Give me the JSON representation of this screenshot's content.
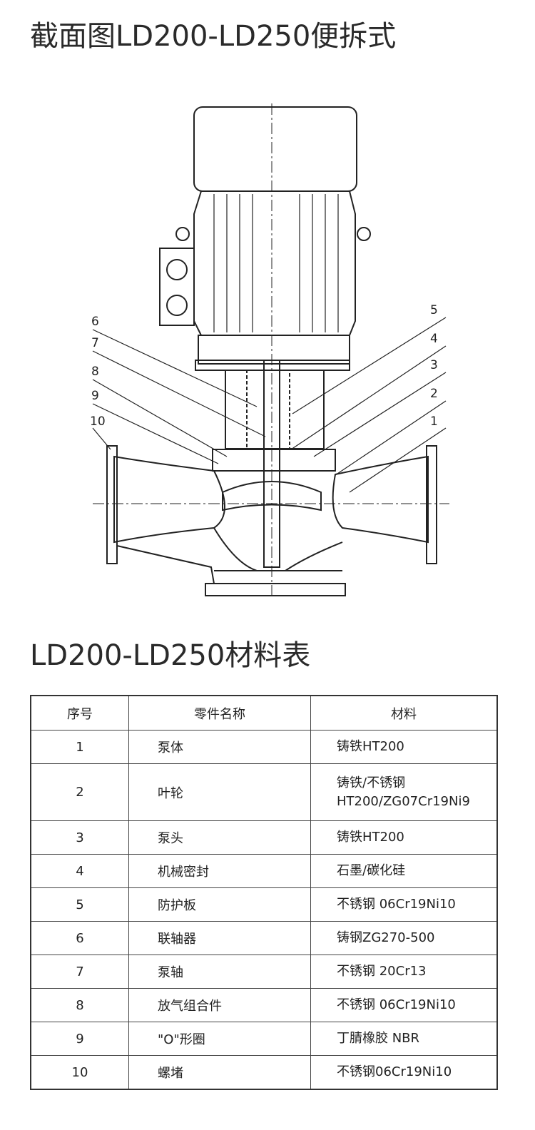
{
  "diagram_title": "截面图LD200-LD250便拆式",
  "table_title": "LD200-LD250材料表",
  "diagram": {
    "callouts_left": [
      "6",
      "7",
      "8",
      "9",
      "10"
    ],
    "callouts_right": [
      "5",
      "4",
      "3",
      "2",
      "1"
    ]
  },
  "table": {
    "headers": [
      "序号",
      "零件名称",
      "材料"
    ],
    "rows": [
      {
        "no": "1",
        "name": "泵体",
        "material": "铸铁HT200"
      },
      {
        "no": "2",
        "name": "叶轮",
        "material": "铸铁/不锈钢",
        "material2": "HT200/ZG07Cr19Ni9"
      },
      {
        "no": "3",
        "name": "泵头",
        "material": "铸铁HT200"
      },
      {
        "no": "4",
        "name": "机械密封",
        "material": "石墨/碳化硅"
      },
      {
        "no": "5",
        "name": "防护板",
        "material": "不锈钢 06Cr19Ni10"
      },
      {
        "no": "6",
        "name": "联轴器",
        "material": "铸钢ZG270-500"
      },
      {
        "no": "7",
        "name": "泵轴",
        "material": "不锈钢 20Cr13"
      },
      {
        "no": "8",
        "name": "放气组合件",
        "material": "不锈钢 06Cr19Ni10"
      },
      {
        "no": "9",
        "name": "\"O\"形圈",
        "material": "丁腈橡胶 NBR"
      },
      {
        "no": "10",
        "name": "螺堵",
        "material": "不锈钢06Cr19Ni10"
      }
    ]
  }
}
